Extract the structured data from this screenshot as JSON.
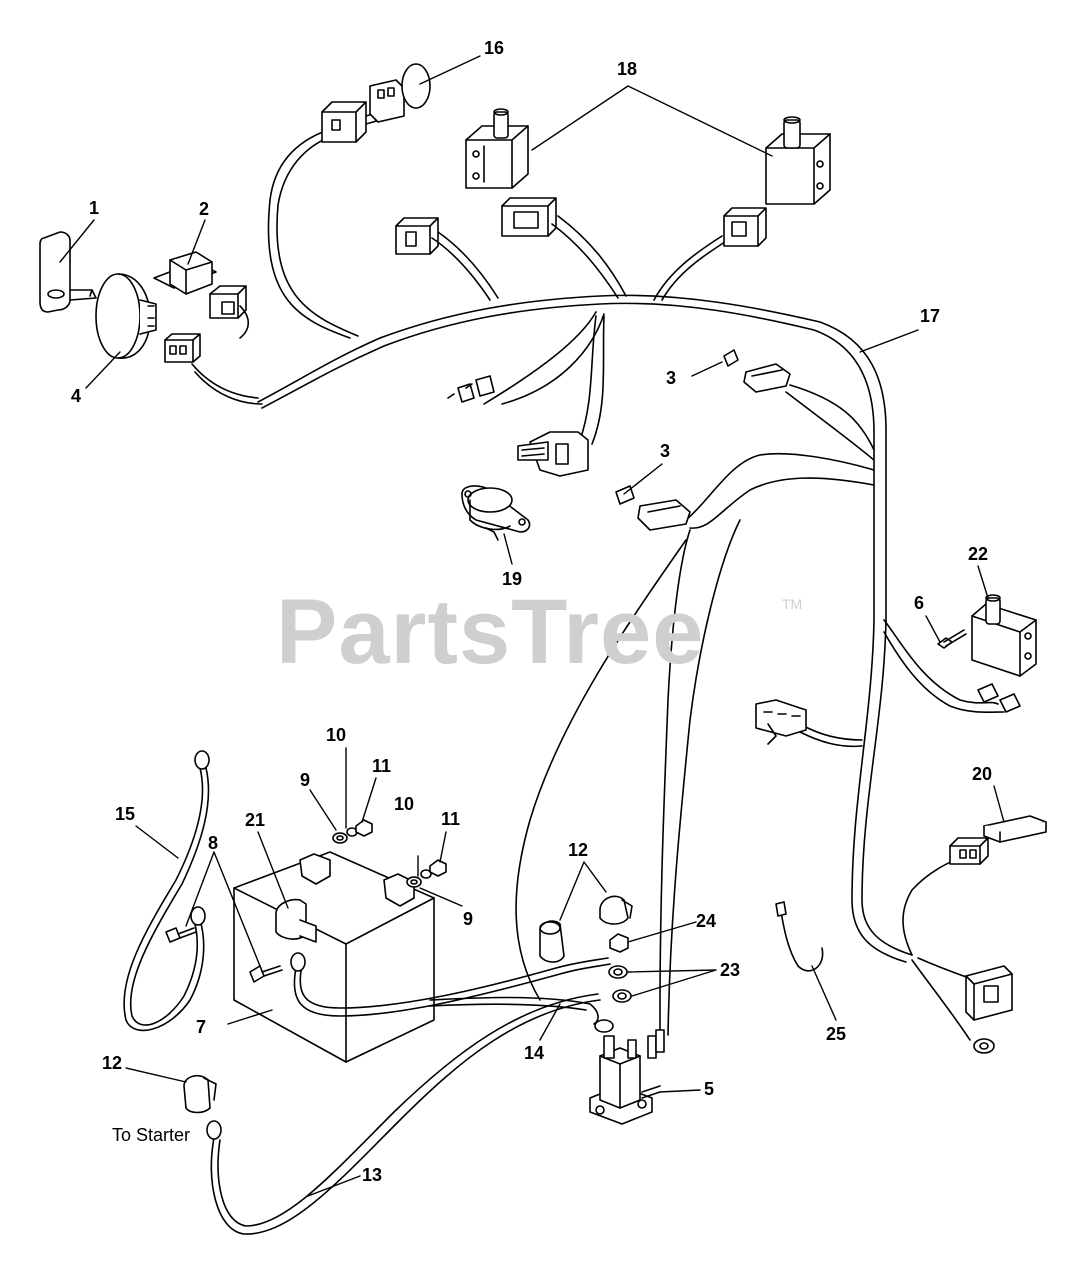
{
  "watermark": {
    "text": "PartsTree",
    "trademark": "TM"
  },
  "callouts": [
    {
      "id": "c1",
      "label": "1"
    },
    {
      "id": "c2",
      "label": "2"
    },
    {
      "id": "c16",
      "label": "16"
    },
    {
      "id": "c18",
      "label": "18"
    },
    {
      "id": "c4",
      "label": "4"
    },
    {
      "id": "c17",
      "label": "17"
    },
    {
      "id": "c3a",
      "label": "3"
    },
    {
      "id": "c3b",
      "label": "3"
    },
    {
      "id": "c19",
      "label": "19"
    },
    {
      "id": "c22",
      "label": "22"
    },
    {
      "id": "c6",
      "label": "6"
    },
    {
      "id": "c10a",
      "label": "10"
    },
    {
      "id": "c11a",
      "label": "11"
    },
    {
      "id": "c9a",
      "label": "9"
    },
    {
      "id": "c10b",
      "label": "10"
    },
    {
      "id": "c11b",
      "label": "11"
    },
    {
      "id": "c9b",
      "label": "9"
    },
    {
      "id": "c21",
      "label": "21"
    },
    {
      "id": "c15",
      "label": "15"
    },
    {
      "id": "c8",
      "label": "8"
    },
    {
      "id": "c20",
      "label": "20"
    },
    {
      "id": "c12a",
      "label": "12"
    },
    {
      "id": "c24",
      "label": "24"
    },
    {
      "id": "c23",
      "label": "23"
    },
    {
      "id": "c7",
      "label": "7"
    },
    {
      "id": "c14",
      "label": "14"
    },
    {
      "id": "c25",
      "label": "25"
    },
    {
      "id": "c12b",
      "label": "12"
    },
    {
      "id": "c5",
      "label": "5"
    },
    {
      "id": "c13",
      "label": "13"
    }
  ],
  "notes": {
    "to_starter": "To Starter"
  },
  "colors": {
    "line": "#000000",
    "watermark": "#cfcfcf",
    "background": "#ffffff"
  }
}
